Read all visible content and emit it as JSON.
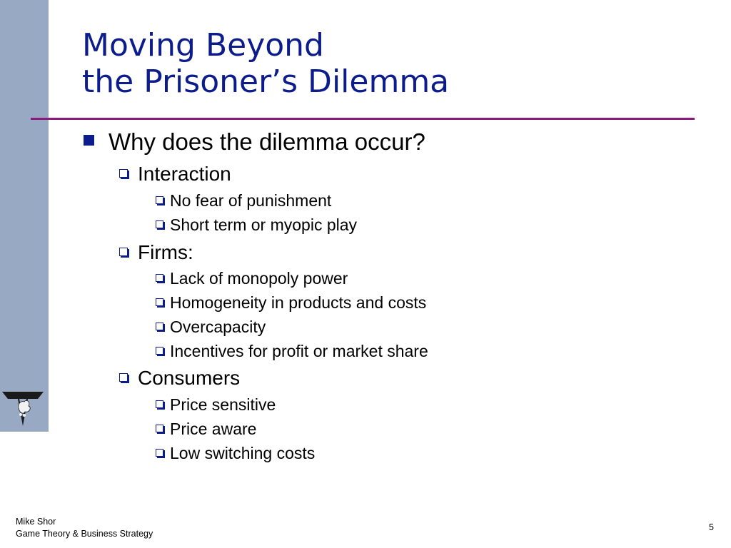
{
  "slide": {
    "title_line1": "Moving Beyond",
    "title_line2": "the Prisoner’s Dilemma",
    "bullets": [
      {
        "level": 1,
        "text": "Why does the dilemma occur?"
      },
      {
        "level": 2,
        "text": "Interaction"
      },
      {
        "level": 3,
        "text": "No fear of punishment"
      },
      {
        "level": 3,
        "text": "Short term or myopic play"
      },
      {
        "level": 2,
        "text": "Firms:"
      },
      {
        "level": 3,
        "text": "Lack of monopoly power"
      },
      {
        "level": 3,
        "text": "Homogeneity in products and costs"
      },
      {
        "level": 3,
        "text": "Overcapacity"
      },
      {
        "level": 3,
        "text": "Incentives for profit or market share"
      },
      {
        "level": 2,
        "text": "Consumers"
      },
      {
        "level": 3,
        "text": "Price sensitive"
      },
      {
        "level": 3,
        "text": "Price aware"
      },
      {
        "level": 3,
        "text": "Low switching costs"
      }
    ]
  },
  "footer": {
    "author": "Mike Shor",
    "course": "Game Theory & Business Strategy",
    "page_number": "5"
  },
  "logo": {
    "icon": "vanderbilt-v-oak-leaf-logo"
  },
  "colors": {
    "title": "#0c1c8c",
    "divider": "#8a1a7c",
    "sidebar": "#97a9c3",
    "bullet_mark": "#0c1c8c"
  }
}
